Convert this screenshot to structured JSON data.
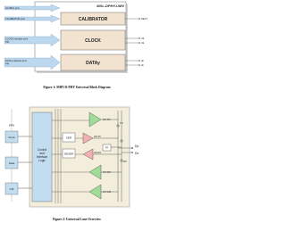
{
  "figure1": {
    "title": "MXL-DPHY-UMV",
    "blocks": [
      {
        "label": "CALIBRATOR",
        "color": "#f1e3cf"
      },
      {
        "label": "CLOCK",
        "color": "#f1e3cf"
      },
      {
        "label": "DATAy",
        "color": "#f1e3cf"
      }
    ],
    "left_labels": [
      "GLOBAL pins",
      "CALIBRATOR pins",
      "CLOCK interface pins",
      "PPI",
      "DATAy interface pins",
      "PPI"
    ],
    "right_labels": [
      "REXT",
      "clk",
      "clk",
      "dp",
      "dn"
    ],
    "caption": "Figure 1: MIPI D-PHY Universal Block Diagram",
    "colors": {
      "arrow": "#bcd8ef",
      "outline": "#6a6a6a",
      "shadow": "#d4d4d4"
    }
  },
  "figure2": {
    "ppi_label": "PPI",
    "ppi_blocks": [
      "Clock",
      "Data",
      "CM"
    ],
    "control_label_lines": [
      "Control",
      "and",
      "Interface",
      "Logic"
    ],
    "ser_label": "SER",
    "deser_label": "DESER",
    "buffers": [
      "LP-TX",
      "LP-RX",
      "LP-CD"
    ],
    "hs_tx_label": "HS-TX",
    "hs_rx_label": "HS-RX",
    "term_label": "RT",
    "tx_label": "TX",
    "rx_label": "RX",
    "dp_label": "Dp",
    "dn_label": "Dn",
    "caption": "Figure 2: Universal Lane Overview",
    "colors": {
      "panel": "#f3eddc",
      "ppi": "#c2dcf0",
      "buffer": "#9fdc9a",
      "hs": "#f2b0b0",
      "line": "#3c3c3c"
    }
  }
}
